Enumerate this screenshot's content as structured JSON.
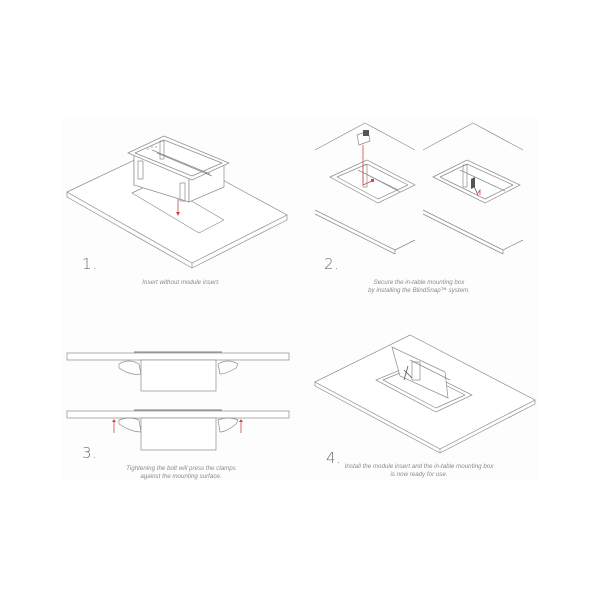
{
  "document": {
    "type": "installation-instructions",
    "accent_color": "#d64545",
    "line_color": "#8c8c8c"
  },
  "steps": [
    {
      "number": "1.",
      "caption_lines": [
        "Insert without module insert."
      ]
    },
    {
      "number": "2.",
      "caption_lines": [
        "Secure the in-table mounting box",
        "by installing the BlindSnap™ system."
      ]
    },
    {
      "number": "3.",
      "caption_lines": [
        "Tightening the bolt will press the clamps",
        "against the mounting surface."
      ]
    },
    {
      "number": "4.",
      "caption_lines": [
        "Install the module insert and the in-table mounting box",
        "is now ready for use."
      ]
    }
  ]
}
